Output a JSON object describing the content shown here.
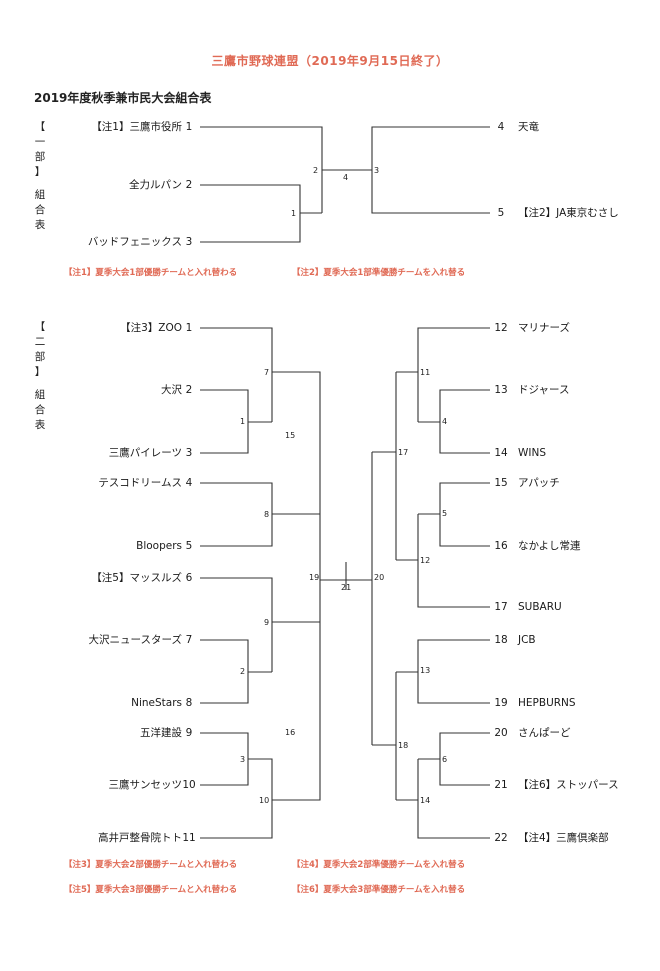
{
  "header": {
    "title": "三鷹市野球連盟（2019年9月15日終了）",
    "subtitle": "2019年度秋季兼市民大会組合表"
  },
  "division1": {
    "label_part": [
      "【",
      "一",
      "部",
      "】"
    ],
    "label_sub": [
      "組",
      "合",
      "表"
    ],
    "left_teams": [
      {
        "seed": "1",
        "name": "【注1】三鷹市役所"
      },
      {
        "seed": "2",
        "name": "全力ルパン"
      },
      {
        "seed": "3",
        "name": "バッドフェニックス"
      }
    ],
    "right_teams": [
      {
        "seed": "4",
        "name": "天竜"
      },
      {
        "seed": "5",
        "name": "【注2】JA東京むさし"
      }
    ],
    "matches": [
      "1",
      "2",
      "3",
      "4"
    ],
    "notes": [
      "【注1】夏季大会1部優勝チームと入れ替わる",
      "【注2】夏季大会1部準優勝チームを入れ替る"
    ]
  },
  "division2": {
    "label_part": [
      "【",
      "二",
      "部",
      "】"
    ],
    "label_sub": [
      "組",
      "合",
      "表"
    ],
    "left_teams": [
      {
        "seed": "1",
        "name": "【注3】ZOO"
      },
      {
        "seed": "2",
        "name": "大沢"
      },
      {
        "seed": "3",
        "name": "三鷹パイレーツ"
      },
      {
        "seed": "4",
        "name": "テスコドリームス"
      },
      {
        "seed": "5",
        "name": "Bloopers"
      },
      {
        "seed": "6",
        "name": "【注5】マッスルズ"
      },
      {
        "seed": "7",
        "name": "大沢ニュースターズ"
      },
      {
        "seed": "8",
        "name": "NineStars"
      },
      {
        "seed": "9",
        "name": "五洋建設"
      },
      {
        "seed": "10",
        "name": "三鷹サンセッツ"
      },
      {
        "seed": "11",
        "name": "高井戸整骨院トト"
      }
    ],
    "right_teams": [
      {
        "seed": "12",
        "name": "マリナーズ"
      },
      {
        "seed": "13",
        "name": "ドジャース"
      },
      {
        "seed": "14",
        "name": "WINS"
      },
      {
        "seed": "15",
        "name": "アパッチ"
      },
      {
        "seed": "16",
        "name": "なかよし常連"
      },
      {
        "seed": "17",
        "name": "SUBARU"
      },
      {
        "seed": "18",
        "name": "JCB"
      },
      {
        "seed": "19",
        "name": "HEPBURNS"
      },
      {
        "seed": "20",
        "name": "さんぱーど"
      },
      {
        "seed": "21",
        "name": "【注6】ストッパース"
      },
      {
        "seed": "22",
        "name": "【注4】三鷹倶楽部"
      }
    ],
    "matches": [
      "1",
      "2",
      "3",
      "4",
      "5",
      "6",
      "7",
      "8",
      "9",
      "10",
      "11",
      "12",
      "13",
      "14",
      "15",
      "16",
      "17",
      "18",
      "19",
      "20",
      "21"
    ],
    "notes": [
      "【注3】夏季大会2部優勝チームと入れ替わる",
      "【注4】夏季大会2部準優勝チームを入れ替る",
      "【注5】夏季大会3部優勝チームと入れ替わる",
      "【注6】夏季大会3部準優勝チームを入れ替る"
    ]
  }
}
